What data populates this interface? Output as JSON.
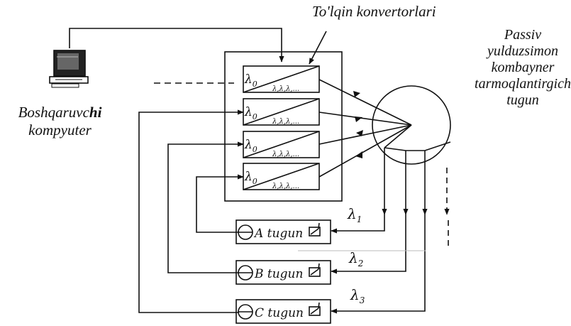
{
  "title": "To'lqin konvertorlari",
  "right_label": [
    "Passiv",
    "yulduzsimon",
    "kombayner",
    "tarmoqlantirgich",
    "tugun"
  ],
  "left_label": {
    "line1_plain": "Boshqaruvc",
    "line1_bold": "hi",
    "line2": "kompyuter"
  },
  "converters": [
    {
      "input": "λ",
      "input_sub": "0",
      "outputs": "λ,λ,λ,..."
    },
    {
      "input": "λ",
      "input_sub": "0",
      "outputs": "λ,λ,λ,..."
    },
    {
      "input": "λ",
      "input_sub": "0",
      "outputs": "λ,λ,λ,..."
    },
    {
      "input": "λ",
      "input_sub": "0",
      "outputs": "λ,λ,λ,..."
    }
  ],
  "nodes": [
    {
      "label": "A tugun",
      "lambda": "λ",
      "lambda_sub": "1"
    },
    {
      "label": "B tugun",
      "lambda": "λ",
      "lambda_sub": "2"
    },
    {
      "label": "C tugun",
      "lambda": "λ",
      "lambda_sub": "3"
    }
  ],
  "colors": {
    "line": "#111111",
    "background": "#ffffff"
  }
}
